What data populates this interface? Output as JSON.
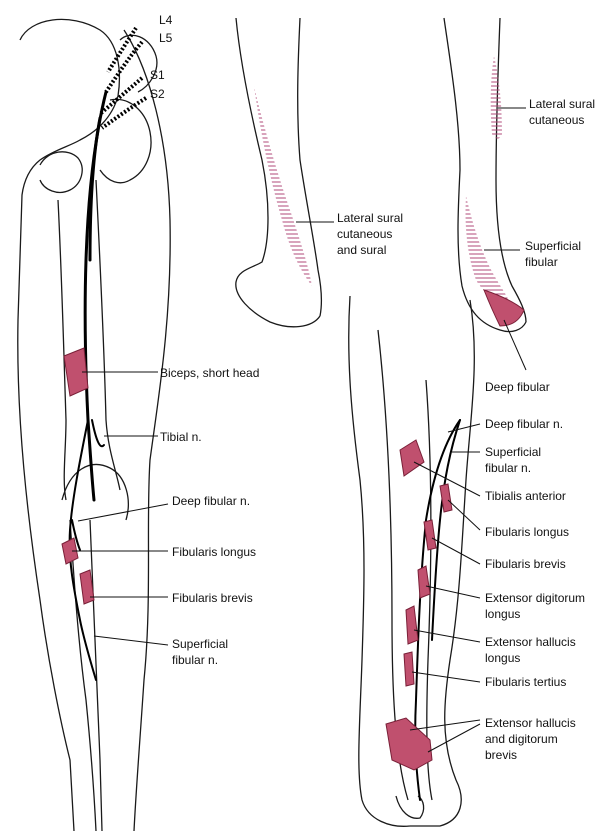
{
  "colors": {
    "muscle": "#c0506e",
    "muscle_dark": "#7a2038",
    "hatch": "#b04a78",
    "line": "#111111",
    "background": "#ffffff"
  },
  "nerve_roots": {
    "l4": "L4",
    "l5": "L5",
    "s1": "S1",
    "s2": "S2"
  },
  "left_leg_labels": {
    "biceps_short_head": "Biceps, short head",
    "tibial_n": "Tibial n.",
    "deep_fibular_n": "Deep fibular n.",
    "fibularis_longus": "Fibularis longus",
    "fibularis_brevis": "Fibularis brevis",
    "superficial_fibular_n_1": "Superficial",
    "superficial_fibular_n_2": "fibular n."
  },
  "posterior_leg_labels": {
    "lateral_sural_cutaneous_and_sural_1": "Lateral sural",
    "lateral_sural_cutaneous_and_sural_2": "cutaneous",
    "lateral_sural_cutaneous_and_sural_3": "and sural"
  },
  "lateral_leg_labels": {
    "lateral_sural_cutaneous_1": "Lateral sural",
    "lateral_sural_cutaneous_2": "cutaneous",
    "superficial_fibular_1": "Superficial",
    "superficial_fibular_2": "fibular",
    "deep_fibular": "Deep fibular"
  },
  "anterior_leg_labels": {
    "deep_fibular_n": "Deep fibular n.",
    "superficial_fibular_n_1": "Superficial",
    "superficial_fibular_n_2": "fibular n.",
    "tibialis_anterior": "Tibialis anterior",
    "fibularis_longus": "Fibularis longus",
    "fibularis_brevis": "Fibularis brevis",
    "extensor_digitorum_longus_1": "Extensor digitorum",
    "extensor_digitorum_longus_2": "longus",
    "extensor_hallucis_longus_1": "Extensor hallucis",
    "extensor_hallucis_longus_2": "longus",
    "fibularis_tertius": "Fibularis tertius",
    "extensor_hallucis_digitorum_brevis_1": "Extensor hallucis",
    "extensor_hallucis_digitorum_brevis_2": "and digitorum",
    "extensor_hallucis_digitorum_brevis_3": "brevis"
  }
}
